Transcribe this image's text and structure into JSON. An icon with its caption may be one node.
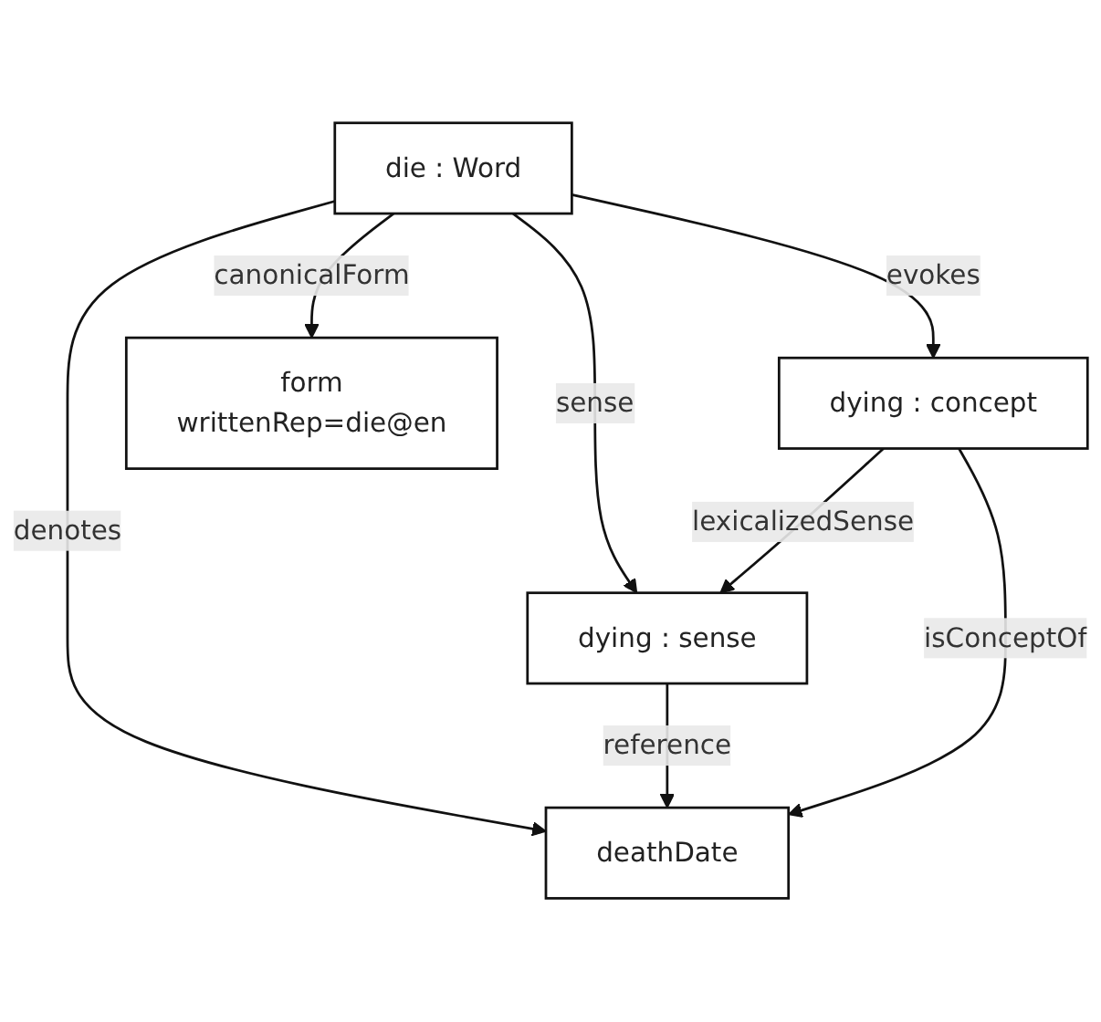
{
  "diagram": {
    "nodes": [
      {
        "text": [
          "die : Word"
        ]
      },
      {
        "text": [
          "form",
          "writtenRep=die@en"
        ]
      },
      {
        "text": [
          "dying : concept"
        ]
      },
      {
        "text": [
          "dying : sense"
        ]
      },
      {
        "text": [
          "deathDate"
        ]
      }
    ],
    "edges": [
      {
        "from": 0,
        "to": 4,
        "label": "denotes",
        "arrow": "to"
      },
      {
        "from": 0,
        "to": 1,
        "label": "canonicalForm",
        "arrow": "to"
      },
      {
        "from": 0,
        "to": 3,
        "label": "sense",
        "arrow": "to"
      },
      {
        "from": 0,
        "to": 2,
        "label": "evokes",
        "arrow": "to"
      },
      {
        "from": 2,
        "to": 3,
        "label": "lexicalizedSense",
        "arrow": "to"
      },
      {
        "from": 2,
        "to": 4,
        "label": "isConceptOf",
        "arrow": "to"
      },
      {
        "from": 3,
        "to": 4,
        "label": "reference",
        "arrow": "to"
      }
    ]
  }
}
